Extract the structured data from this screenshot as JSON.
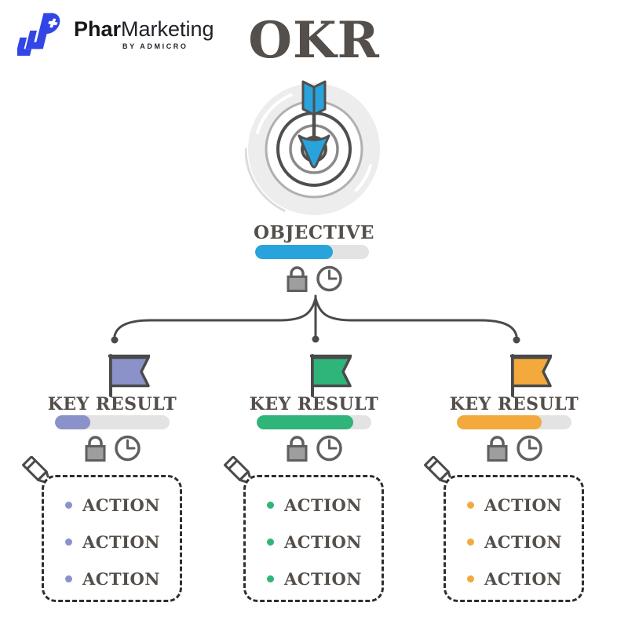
{
  "brand": {
    "name_bold": "Phar",
    "name_regular": "Marketing",
    "tagline": "BY ADMICRO",
    "logo_color": "#3245e6"
  },
  "title": "OKR",
  "objective": {
    "label": "OBJECTIVE",
    "accent": "#29a3dc",
    "progress_percent": 68
  },
  "key_results": [
    {
      "label": "KEY RESULT",
      "accent": "#8b92c9",
      "progress_percent": 31,
      "actions": [
        "ACTION",
        "ACTION",
        "ACTION"
      ]
    },
    {
      "label": "KEY RESULT",
      "accent": "#2fb479",
      "progress_percent": 84,
      "actions": [
        "ACTION",
        "ACTION",
        "ACTION"
      ]
    },
    {
      "label": "KEY RESULT",
      "accent": "#f3a93c",
      "progress_percent": 74,
      "actions": [
        "ACTION",
        "ACTION",
        "ACTION"
      ]
    }
  ],
  "icons": {
    "target": "target-icon",
    "lock": "lock-icon",
    "clock": "clock-icon",
    "flag": "flag-icon",
    "pencil": "pencil-icon"
  },
  "colors": {
    "text_dark": "#544f4b",
    "line_dark": "#4a4a4a",
    "progress_track": "#e3e3e3",
    "target_disc": "#ededed",
    "lock_fill": "#9e9e9e"
  }
}
